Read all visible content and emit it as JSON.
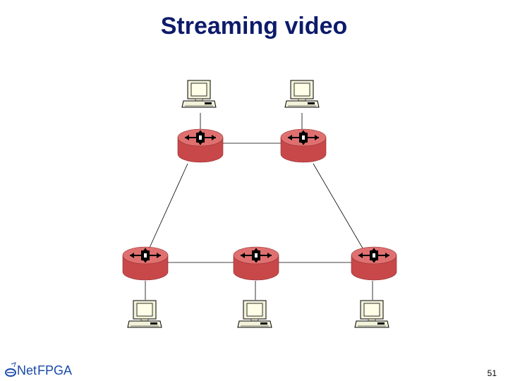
{
  "slide": {
    "title": "Streaming video",
    "page_number": "51"
  },
  "logo": {
    "part1": "Net",
    "part2": "FPGA"
  },
  "colors": {
    "title": "#0d1b6b",
    "router_body": "#c8484a",
    "router_top": "#e07070",
    "logo": "#1a4aa8"
  },
  "network": {
    "routers": [
      "router-top-left",
      "router-top-right",
      "router-bottom-left",
      "router-bottom-middle",
      "router-bottom-right"
    ],
    "hosts": [
      "host-top-left",
      "host-top-right",
      "host-bottom-left",
      "host-bottom-middle",
      "host-bottom-right"
    ]
  }
}
